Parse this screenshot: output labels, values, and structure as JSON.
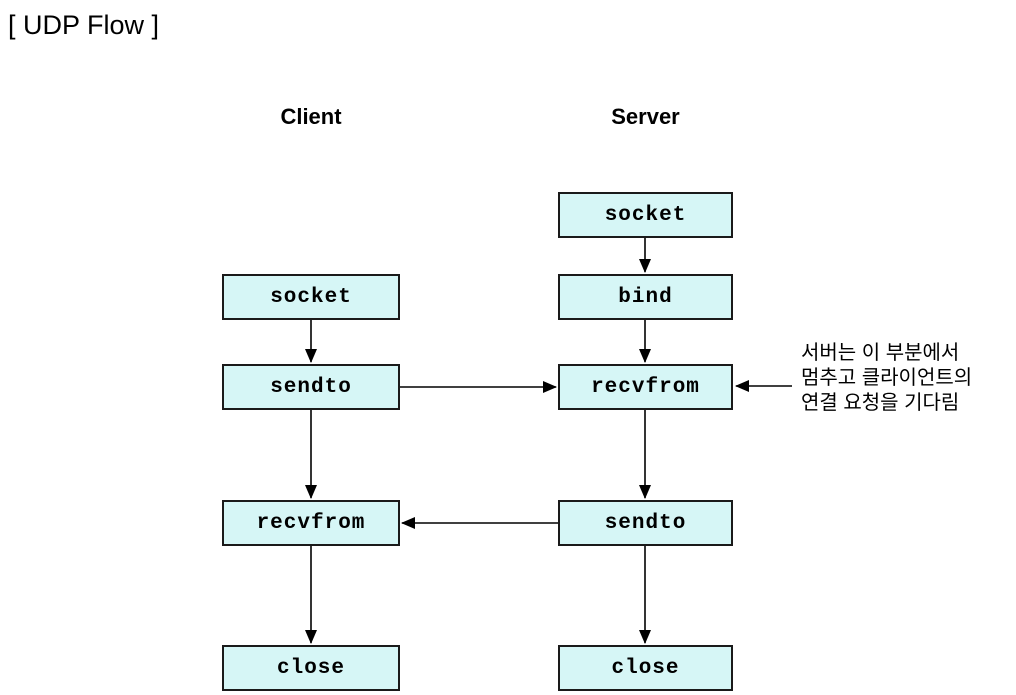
{
  "title": "[ UDP Flow ]",
  "colors": {
    "box_fill": "#d6f6f6",
    "box_border": "#1a1a1a",
    "arrow": "#000000",
    "text": "#000000"
  },
  "columns": {
    "client": {
      "header": "Client",
      "boxes": [
        "socket",
        "sendto",
        "recvfrom",
        "close"
      ]
    },
    "server": {
      "header": "Server",
      "boxes": [
        "socket",
        "bind",
        "recvfrom",
        "sendto",
        "close"
      ]
    }
  },
  "annotation": {
    "lines": [
      "서버는 이 부분에서",
      "멈추고 클라이언트의",
      "연결 요청을 기다림"
    ]
  }
}
